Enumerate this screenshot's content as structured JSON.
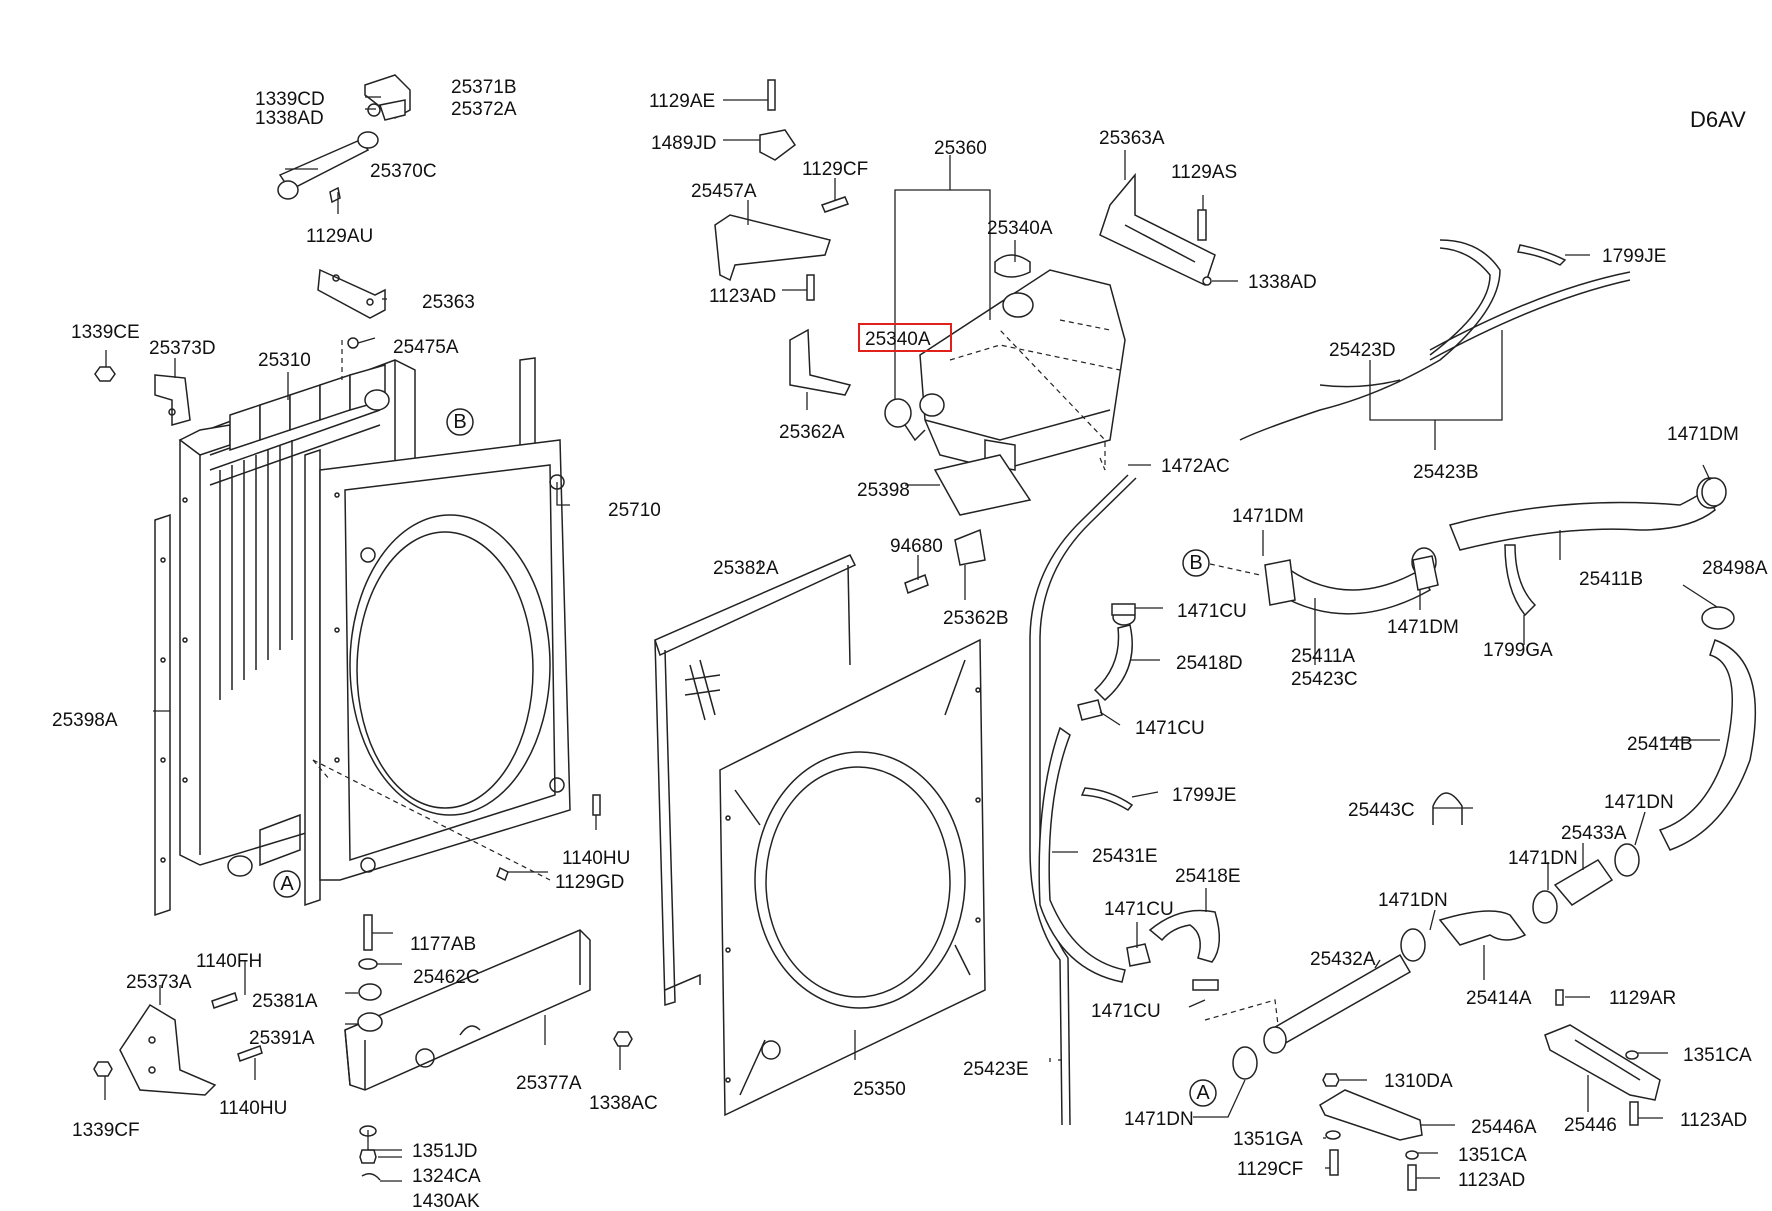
{
  "diagram": {
    "code": "D6AV",
    "highlighted_part": "25340A",
    "refs": {
      "A": "A",
      "B": "B"
    },
    "labels": {
      "l1339CD": "1339CD",
      "l1338AD_top": "1338AD",
      "l25371B": "25371B",
      "l25372A": "25372A",
      "l25370C": "25370C",
      "l1129AU": "1129AU",
      "l25363": "25363",
      "l25475A": "25475A",
      "l1339CE": "1339CE",
      "l25373D": "25373D",
      "l25310": "25310",
      "l25710": "25710",
      "l25398A": "25398A",
      "l1140HU_r": "1140HU",
      "l1129GD": "1129GD",
      "l1177AB": "1177AB",
      "l25462C": "25462C",
      "l1140FH": "1140FH",
      "l25373A": "25373A",
      "l25381A": "25381A",
      "l25391A": "25391A",
      "l25377A": "25377A",
      "l1338AC": "1338AC",
      "l1339CF": "1339CF",
      "l1140HU_b": "1140HU",
      "l1351JD": "1351JD",
      "l1324CA": "1324CA",
      "l1430AK": "1430AK",
      "l1129AE": "1129AE",
      "l1489JD": "1489JD",
      "l1129CF_top": "1129CF",
      "l25457A": "25457A",
      "l1123AD_top": "1123AD",
      "l25362A": "25362A",
      "l25360": "25360",
      "l25340A_cap": "25340A",
      "l25340A_sel": "25340A",
      "l25398": "25398",
      "l94680": "94680",
      "l25362B": "25362B",
      "l25382A": "25382A",
      "l25350": "25350",
      "l25363A": "25363A",
      "l1129AS": "1129AS",
      "l1338AD_r": "1338AD",
      "l1472AC": "1472AC",
      "l1799JE_top": "1799JE",
      "l25423D": "25423D",
      "l25423B": "25423B",
      "l1471DM_a": "1471DM",
      "l1471DM_b": "1471DM",
      "l1471DM_c": "1471DM",
      "l25411B": "25411B",
      "l28498A": "28498A",
      "l25411A": "25411A",
      "l25423C": "25423C",
      "l1799GA": "1799GA",
      "l1471CU_a": "1471CU",
      "l25418D": "25418D",
      "l1471CU_b": "1471CU",
      "l1799JE_mid": "1799JE",
      "l25431E": "25431E",
      "l25418E": "25418E",
      "l1471CU_c": "1471CU",
      "l1471CU_d": "1471CU",
      "l25423E": "25423E",
      "l25414B": "25414B",
      "l25443C": "25443C",
      "l1471DN_a": "1471DN",
      "l25433A": "25433A",
      "l1471DN_b": "1471DN",
      "l1471DN_c": "1471DN",
      "l25432A": "25432A",
      "l25414A": "25414A",
      "l1129AR": "1129AR",
      "l1310DA": "1310DA",
      "l25446A": "25446A",
      "l1351GA": "1351GA",
      "l1129CF_b": "1129CF",
      "l1351CA_a": "1351CA",
      "l1123AD_b": "1123AD",
      "l1471DN_d": "1471DN",
      "l1351CA_b": "1351CA",
      "l25446": "25446",
      "l1123AD_r": "1123AD"
    }
  }
}
